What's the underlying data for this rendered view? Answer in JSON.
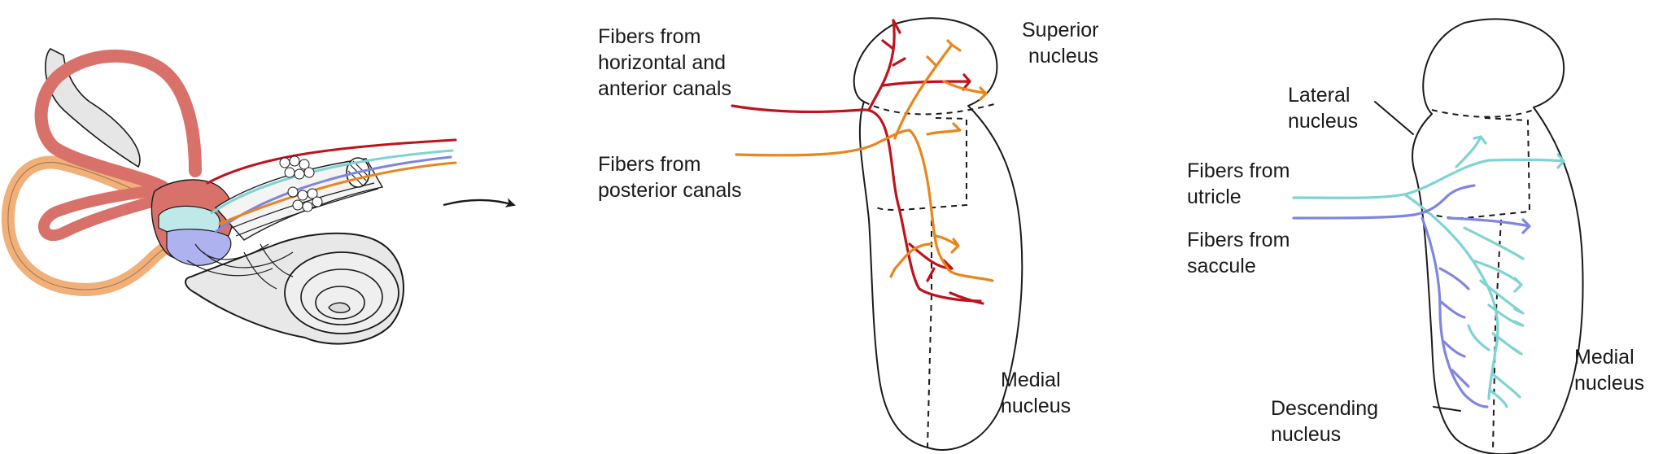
{
  "colors": {
    "nucleus_fill": "#fbe2cf",
    "red_fiber": "#c0121b",
    "orange_fiber": "#e8861c",
    "cyan_fiber": "#7fd3d3",
    "blue_fiber": "#7f86e0",
    "canal_red": "#d9716b",
    "canal_orange": "#f1b078",
    "cochlea_gray": "#e8e8e8"
  },
  "panel_ear": {
    "arrow": "arrow-right"
  },
  "panel_canal_fibers": {
    "label_horizontal_anterior": [
      "Fibers from",
      "horizontal and",
      "anterior canals"
    ],
    "label_posterior": [
      "Fibers from",
      "posterior canals"
    ],
    "label_superior": [
      "Superior",
      "nucleus"
    ],
    "label_medial": [
      "Medial",
      "nucleus"
    ]
  },
  "panel_otolith_fibers": {
    "label_lateral": [
      "Lateral",
      "nucleus"
    ],
    "label_utricle": [
      "Fibers from",
      "utricle"
    ],
    "label_saccule": [
      "Fibers from",
      "saccule"
    ],
    "label_medial": [
      "Medial",
      "nucleus"
    ],
    "label_descending": [
      "Descending",
      "nucleus"
    ]
  }
}
